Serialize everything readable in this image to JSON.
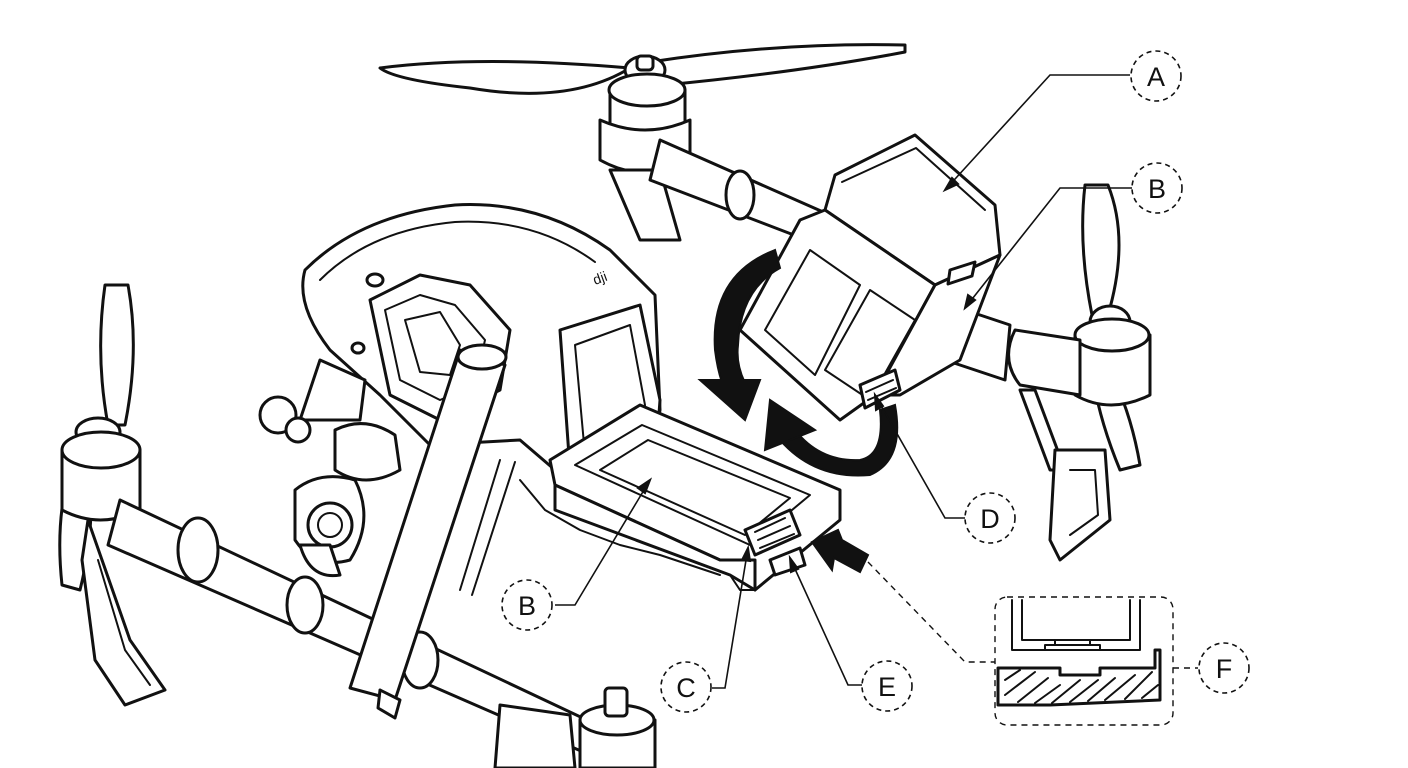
{
  "callouts": {
    "a": "A",
    "b_battery": "B",
    "b_bay": "B",
    "c": "C",
    "d": "D",
    "e": "E",
    "f": "F"
  },
  "colors": {
    "line": "#111111",
    "background": "#ffffff"
  },
  "icons": [
    "rotate-arrow-icon",
    "push-arrow-icon"
  ]
}
